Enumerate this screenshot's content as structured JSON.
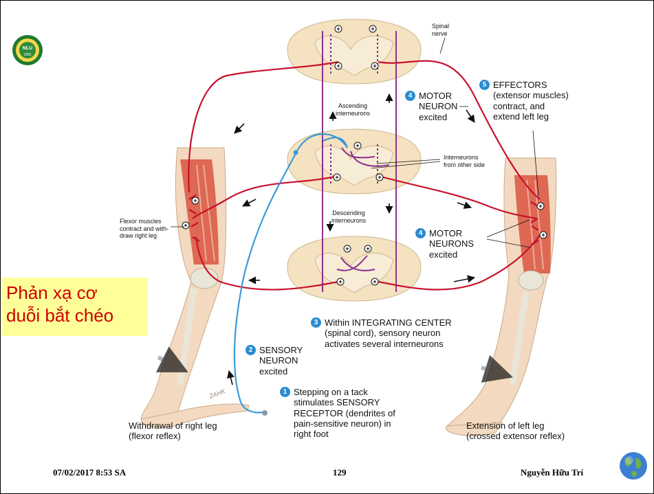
{
  "slide": {
    "highlight_title": "Phản xạ cơ\nduỗi bắt chéo",
    "footer": {
      "date": "07/02/2017 8:53 SA",
      "page": "129",
      "author": "Nguyễn Hữu Trí"
    },
    "logo_text": "NLU",
    "logo_year": "1955"
  },
  "diagram": {
    "labels": {
      "spinal_nerve": "Spinal\nnerve",
      "ascending": "Ascending\ninterneurons",
      "descending": "Descending\ninterneurons",
      "interneurons_other_side": "Interneurons\nfrom other side",
      "flexor_muscles": "Flexor muscles\ncontract and with-\ndraw right leg",
      "artist_signature": "ZAHK"
    },
    "steps": [
      {
        "number": "1",
        "text": "Stepping on a tack\nstimulates SENSORY\nRECEPTOR (dendrites of\npain-sensitive neuron) in\nright foot"
      },
      {
        "number": "2",
        "text": "SENSORY\nNEURON\nexcited"
      },
      {
        "number": "3",
        "text": "Within INTEGRATING CENTER\n(spinal cord), sensory neuron\nactivates several interneurons"
      },
      {
        "number": "4",
        "text": "MOTOR\nNEURON\nexcited"
      },
      {
        "number": "4",
        "text": "MOTOR\nNEURONS\nexcited"
      },
      {
        "number": "5",
        "text": "EFFECTORS\n(extensor muscles)\ncontract, and\nextend left leg"
      }
    ],
    "captions": {
      "left": "Withdrawal of right leg\n(flexor reflex)",
      "right": "Extension of left leg\n(crossed extensor reflex)"
    },
    "colors": {
      "motor_neuron": "#c8102e",
      "sensory_neuron": "#3a9ad9",
      "interneuron": "#8b2f8f",
      "spinal_cord": "#f4e2c0",
      "muscle": "#d9543f",
      "skin": "#f3d9bf",
      "step_badge": "#2a8bd0",
      "highlight_bg": "#ffff99",
      "highlight_text": "#cc0000"
    }
  }
}
